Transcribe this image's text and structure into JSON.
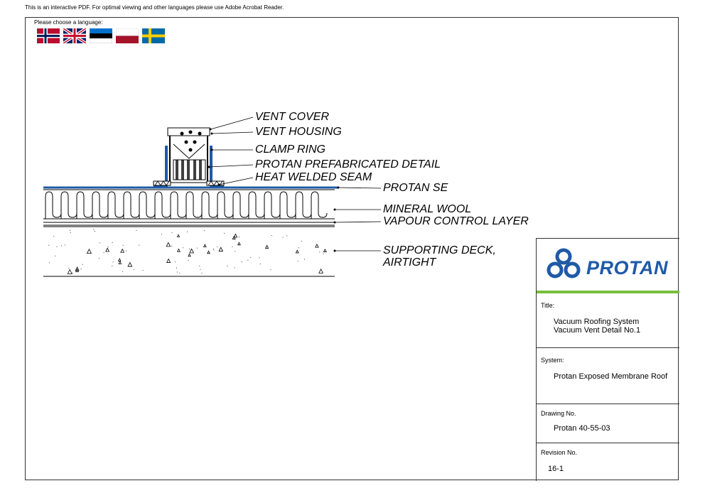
{
  "notice": "This is an interactive PDF. For optimal viewing and other languages please use Adobe Acrobat Reader.",
  "language": {
    "label": "Please choose a language:",
    "flags": [
      {
        "name": "norway-flag-icon"
      },
      {
        "name": "uk-flag-icon"
      },
      {
        "name": "estonia-flag-icon"
      },
      {
        "name": "poland-flag-icon"
      },
      {
        "name": "sweden-flag-icon"
      }
    ]
  },
  "callouts": {
    "vent_cover": "VENT COVER",
    "vent_housing": "VENT HOUSING",
    "clamp_ring": "CLAMP RING",
    "prefab_detail": "PROTAN PREFABRICATED DETAIL",
    "heat_welded_seam": "HEAT WELDED SEAM",
    "protan_se": "PROTAN SE",
    "mineral_wool": "MINERAL WOOL",
    "vapour_control": "VAPOUR CONTROL LAYER",
    "supporting_deck_1": "SUPPORTING DECK,",
    "supporting_deck_2": "AIRTIGHT"
  },
  "title_block": {
    "logo_text": "PROTAN",
    "title_label": "Title:",
    "title_line1": "Vacuum Roofing System",
    "title_line2": "Vacuum Vent Detail No.1",
    "system_label": "System:",
    "system_value": "Protan Exposed Membrane Roof",
    "drawing_label": "Drawing No.",
    "drawing_value": "Protan 40-55-03",
    "revision_label": "Revision No.",
    "revision_value": "16-1"
  },
  "colors": {
    "membrane_blue": "#1f5aa6",
    "accent_green": "#78be3c"
  }
}
